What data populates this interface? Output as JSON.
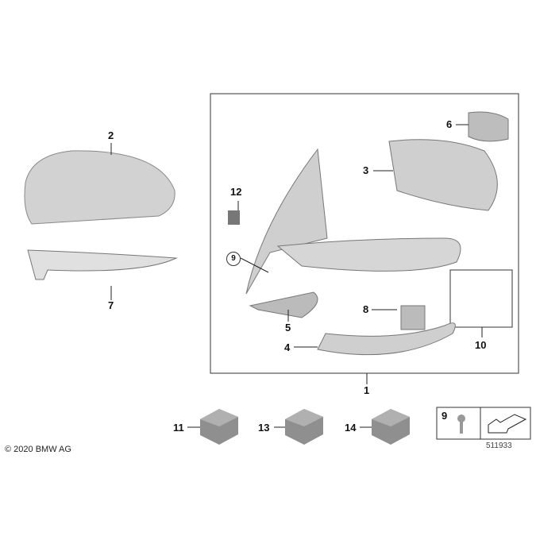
{
  "callouts": {
    "c1": "1",
    "c2": "2",
    "c3": "3",
    "c4": "4",
    "c5": "5",
    "c6": "6",
    "c7": "7",
    "c8": "8",
    "c9": "9",
    "c9b": "9",
    "c10": "10",
    "c11": "11",
    "c12": "12",
    "c13": "13",
    "c14": "14"
  },
  "copyright": "© 2020 BMW AG",
  "diagram_number": "511933",
  "colors": {
    "part": "#c9c9c9",
    "box": "#8a8a8a",
    "line": "#222222"
  }
}
